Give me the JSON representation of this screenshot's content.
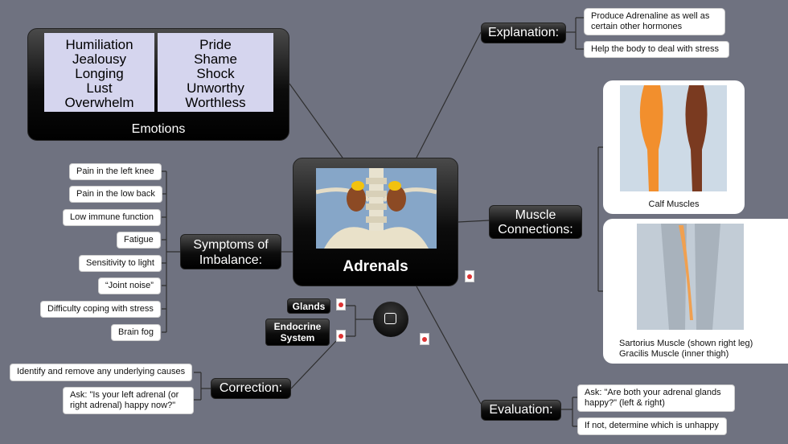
{
  "central": {
    "title": "Adrenals",
    "image": "adrenal-glands-anatomy"
  },
  "emotions": {
    "label": "Emotions",
    "column_left": [
      "Humiliation",
      "Jealousy",
      "Longing",
      "Lust",
      "Overwhelm"
    ],
    "column_right": [
      "Pride",
      "Shame",
      "Shock",
      "Unworthy",
      "Worthless"
    ]
  },
  "symptoms": {
    "label_line1": "Symptoms of",
    "label_line2": "Imbalance:",
    "items": [
      "Pain in the left knee",
      "Pain in the low back",
      "Low immune function",
      "Fatigue",
      "Sensitivity to light",
      "“Joint noise”",
      "Difficulty coping with stress",
      "Brain fog"
    ]
  },
  "explanation": {
    "label": "Explanation:",
    "items": [
      "Produce Adrenaline as well as certain other hormones",
      "Help the body to deal with stress"
    ]
  },
  "muscles": {
    "label_line1": "Muscle",
    "label_line2": "Connections:",
    "calf_caption": "Calf Muscles",
    "sartorius_caption_line1": "Sartorius Muscle (shown right leg)",
    "sartorius_caption_line2": "Gracilis Muscle (inner thigh)"
  },
  "glands": {
    "label": "Glands"
  },
  "endocrine": {
    "label_line1": "Endocrine",
    "label_line2": "System"
  },
  "correction": {
    "label": "Correction:",
    "items": [
      "Identify and remove any underlying causes",
      "Ask: \"Is your left adrenal (or right adrenal) happy now?\""
    ]
  },
  "evaluation": {
    "label": "Evaluation:",
    "items": [
      "Ask: \"Are both your adrenal glands happy?\" (left & right)",
      "If not, determine which is unhappy"
    ]
  },
  "colors": {
    "background": "#6f7280",
    "emotion_cell": "#d5d5ee",
    "node_dark": "#000000",
    "link": "#2e2e2e"
  }
}
